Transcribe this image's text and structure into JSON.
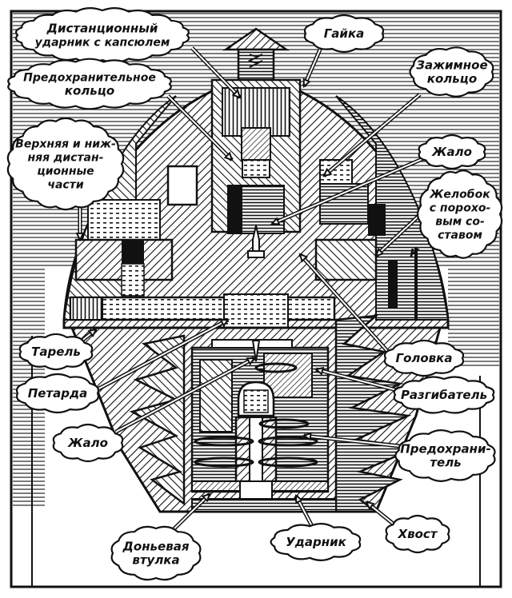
{
  "diagram": {
    "title": "Fuze cross-section with labeled parts",
    "colors": {
      "ink": "#111111",
      "paper": "#ffffff"
    },
    "labels": [
      {
        "id": "distance-striker",
        "lines": [
          "Дистанционный",
          "ударник с капсюлем"
        ]
      },
      {
        "id": "nut",
        "lines": [
          "Гайка"
        ]
      },
      {
        "id": "safety-ring",
        "lines": [
          "Предохранительное",
          "кольцо"
        ]
      },
      {
        "id": "clamping-ring",
        "lines": [
          "Зажимное",
          "кольцо"
        ]
      },
      {
        "id": "distance-parts",
        "lines": [
          "Верхняя и ниж-",
          "няя дистан-",
          "ционные",
          "части"
        ]
      },
      {
        "id": "sting-top",
        "lines": [
          "Жало"
        ]
      },
      {
        "id": "powder-groove",
        "lines": [
          "Желобок",
          "с пороxo-",
          "вым со-",
          "ставом"
        ]
      },
      {
        "id": "plate",
        "lines": [
          "Тарель"
        ]
      },
      {
        "id": "head",
        "lines": [
          "Головка"
        ]
      },
      {
        "id": "petard",
        "lines": [
          "Петарда"
        ]
      },
      {
        "id": "unbender",
        "lines": [
          "Разгибатель"
        ]
      },
      {
        "id": "sting-bottom",
        "lines": [
          "Жало"
        ]
      },
      {
        "id": "safety",
        "lines": [
          "Предохрани-",
          "тель"
        ]
      },
      {
        "id": "base-bushing",
        "lines": [
          "Доньевая",
          "втулка"
        ]
      },
      {
        "id": "striker",
        "lines": [
          "Ударник"
        ]
      },
      {
        "id": "tail",
        "lines": [
          "Хвост"
        ]
      }
    ],
    "markers": {
      "section_letter": "К"
    }
  }
}
